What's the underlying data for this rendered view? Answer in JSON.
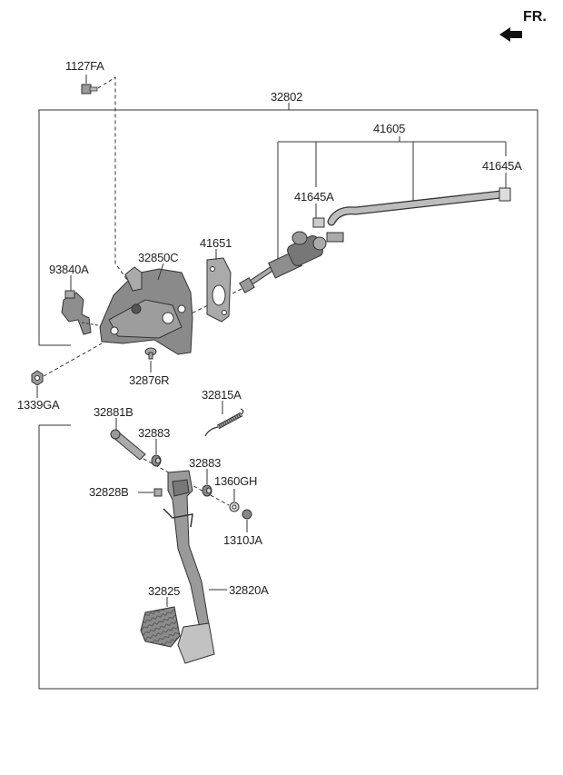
{
  "orientation": {
    "label": "FR.",
    "arrow_icon": "front-direction-arrow-icon"
  },
  "assembly_label": "32802",
  "labels": {
    "p1127FA": "1127FA",
    "p41605": "41605",
    "p41645A_right": "41645A",
    "p41645A_left": "41645A",
    "p41651": "41651",
    "p32850C": "32850C",
    "p93840A": "93840A",
    "p32876R": "32876R",
    "p1339GA": "1339GA",
    "p32815A": "32815A",
    "p32881B": "32881B",
    "p32883_upper": "32883",
    "p32883_lower": "32883",
    "p32828B": "32828B",
    "p1360GH": "1360GH",
    "p1310JA": "1310JA",
    "p32825": "32825",
    "p32820A": "32820A"
  },
  "colors": {
    "line": "#333333",
    "part_fill": "#9a9a9a",
    "part_dark": "#6e6e6e",
    "part_light": "#c8c8c8",
    "pad": "#b5b5b5"
  }
}
